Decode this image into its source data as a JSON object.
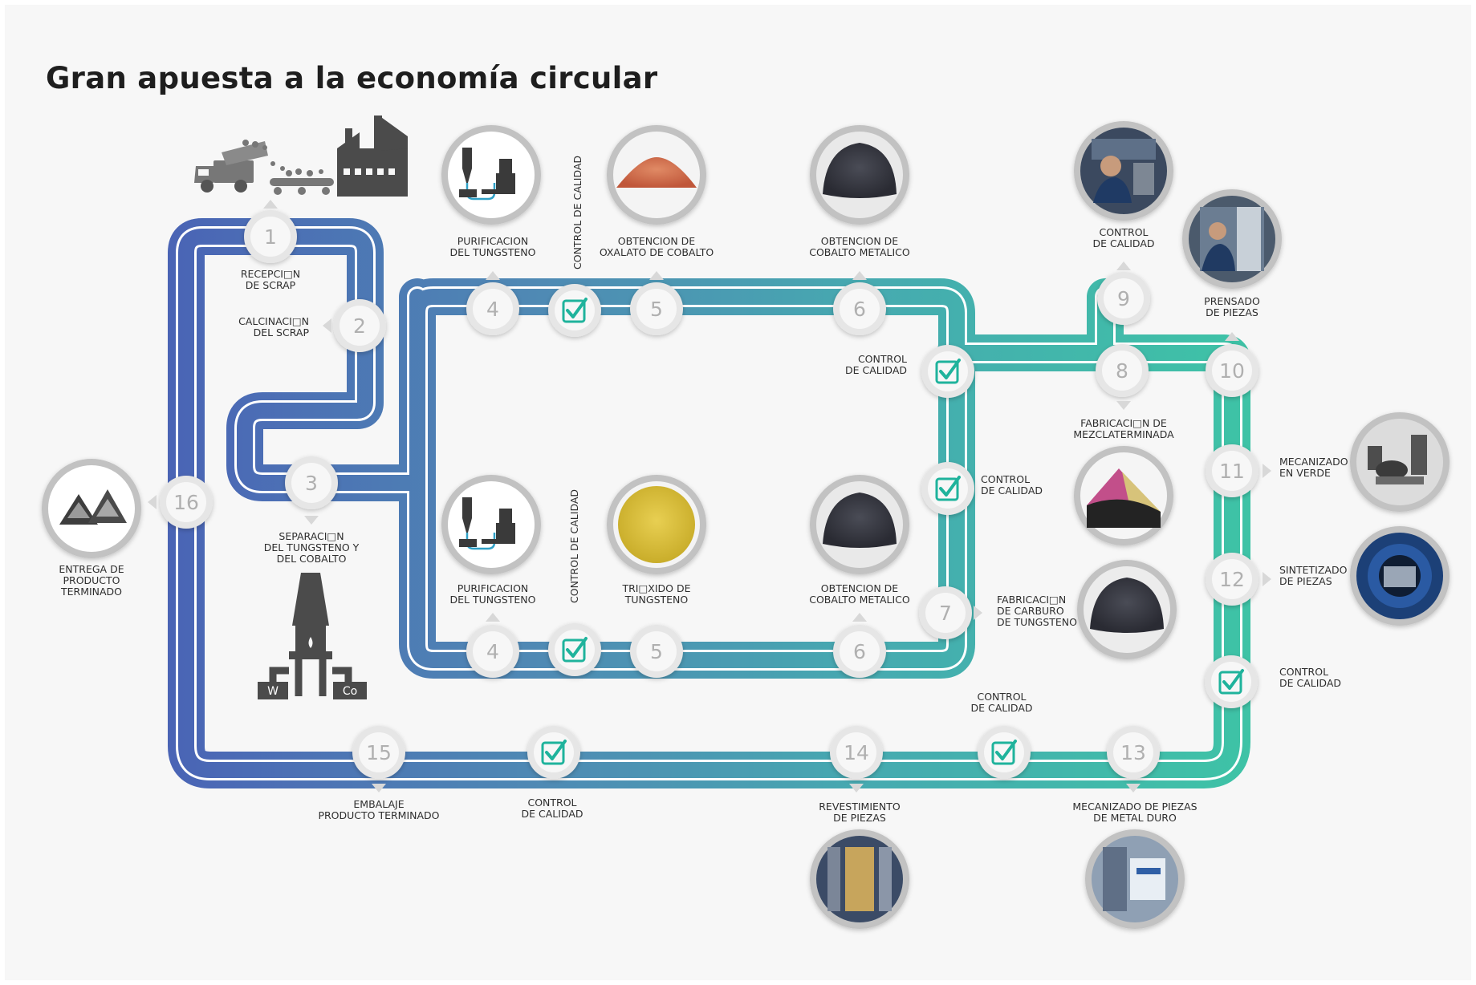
{
  "title": "Gran apuesta a la economía circular",
  "colors": {
    "path_start": "#4a63b5",
    "path_mid": "#4f8ab4",
    "path_end": "#3ec3a6",
    "check": "#1fb39c",
    "node_ring": "#c9c9c9",
    "number": "#b0b0b0"
  },
  "steps": {
    "s1": {
      "num": "1",
      "lines": [
        "RECEPCI□N",
        "DE SCRAP"
      ]
    },
    "s2": {
      "num": "2",
      "lines": [
        "CALCINACI□N",
        "DEL SCRAP"
      ]
    },
    "s3": {
      "num": "3",
      "lines": [
        "SEPARACI□N",
        "DEL TUNGSTENO Y",
        "DEL COBALTO"
      ]
    },
    "s4a": {
      "num": "4",
      "lines": [
        "PURIFICACION",
        "DEL TUNGSTENO"
      ]
    },
    "s5a": {
      "num": "5",
      "lines": [
        "OBTENCION DE",
        "OXALATO DE COBALTO"
      ]
    },
    "s6a": {
      "num": "6",
      "lines": [
        "OBTENCION DE",
        "COBALTO METALICO"
      ]
    },
    "s4b": {
      "num": "4",
      "lines": [
        "PURIFICACION",
        "DEL TUNGSTENO"
      ]
    },
    "s5b": {
      "num": "5",
      "lines": [
        "TRI□XIDO DE",
        "TUNGSTENO"
      ]
    },
    "s6b": {
      "num": "6",
      "lines": [
        "OBTENCION DE",
        "COBALTO METALICO"
      ]
    },
    "s7": {
      "num": "7",
      "lines": [
        "FABRICACI□N",
        "DE CARBURO",
        "DE TUNGSTENO"
      ]
    },
    "s8": {
      "num": "8",
      "lines": [
        "FABRICACI□N DE",
        "MEZCLATERMINADA"
      ]
    },
    "s9": {
      "num": "9",
      "lines": [
        "CONTROL",
        "DE CALIDAD"
      ]
    },
    "s10": {
      "num": "10",
      "lines": [
        "PRENSADO",
        "DE PIEZAS"
      ]
    },
    "s11": {
      "num": "11",
      "lines": [
        "MECANIZADO",
        "EN VERDE"
      ]
    },
    "s12": {
      "num": "12",
      "lines": [
        "SINTETIZADO",
        "DE PIEZAS"
      ]
    },
    "s13": {
      "num": "13",
      "lines": [
        "MECANIZADO DE PIEZAS",
        "DE METAL DURO"
      ]
    },
    "s14": {
      "num": "14",
      "lines": [
        "REVESTIMIENTO",
        "DE PIEZAS"
      ]
    },
    "s15": {
      "num": "15",
      "lines": [
        "EMBALAJE",
        "PRODUCTO TERMINADO"
      ]
    },
    "s16": {
      "num": "16",
      "lines": [
        "ENTREGA DE",
        "PRODUCTO",
        "TERMINADO"
      ]
    }
  },
  "quality_control": {
    "qc_top_vertical": "CONTROL DE CALIDAD",
    "qc_bottom_vertical": "CONTROL DE CALIDAD",
    "qc_right_1": [
      "CONTROL",
      "DE CALIDAD"
    ],
    "qc_right_2": [
      "CONTROL",
      "DE CALIDAD"
    ],
    "qc_12": [
      "CONTROL",
      "DE CALIDAD"
    ],
    "qc_bottom_right": [
      "CONTROL",
      "DE CALIDAD"
    ],
    "qc_bottom_left": [
      "CONTROL",
      "DE CALIDAD"
    ]
  },
  "icons": {
    "furnace_w": "W",
    "furnace_co": "Co"
  }
}
